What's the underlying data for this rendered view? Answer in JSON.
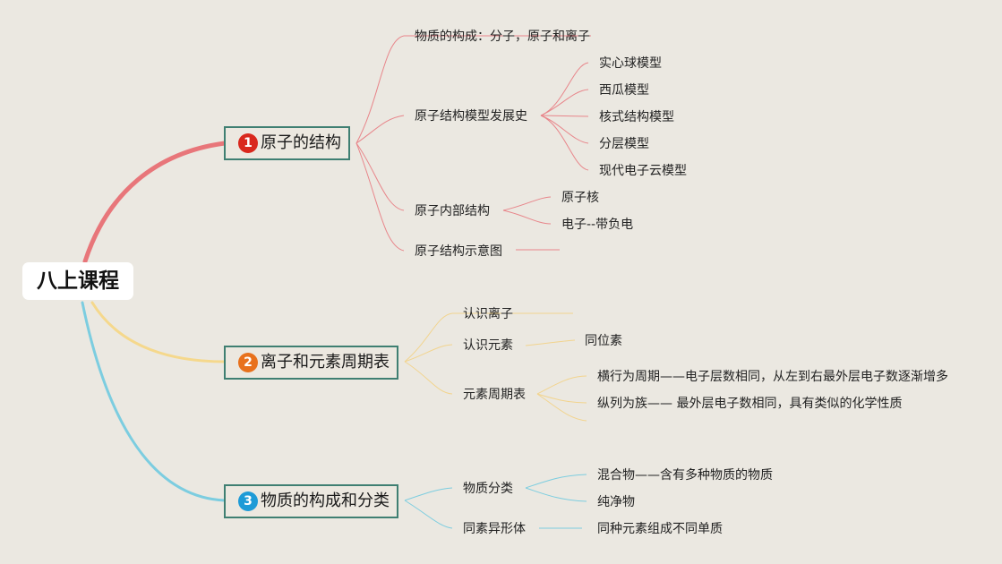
{
  "root": {
    "label": "八上课程"
  },
  "branches": [
    {
      "badge": "1",
      "label": "原子的结构",
      "color": "#e8767a",
      "badge_color": "#d9281d"
    },
    {
      "badge": "2",
      "label": "离子和元素周期表",
      "color": "#f5d88c",
      "badge_color": "#e8711c"
    },
    {
      "badge": "3",
      "label": "物质的构成和分类",
      "color": "#7ccde0",
      "badge_color": "#1e9bd7"
    }
  ],
  "b1": {
    "composition": "物质的构成：分子，原子和离子",
    "model_history": "原子结构模型发展史",
    "models": [
      "实心球模型",
      "西瓜模型",
      "核式结构模型",
      "分层模型",
      "现代电子云模型"
    ],
    "inner": "原子内部结构",
    "inner_items": [
      "原子核",
      "电子--带负电"
    ],
    "diagram": "原子结构示意图"
  },
  "b2": {
    "know_ion": "认识离子",
    "know_element": "认识元素",
    "isotope": "同位素",
    "table": "元素周期表",
    "table_items": [
      "横行为周期——电子层数相同，从左到右最外层电子数逐渐增多",
      "纵列为族—— 最外层电子数相同，具有类似的化学性质"
    ]
  },
  "b3": {
    "classify": "物质分类",
    "classify_items": [
      "混合物——含有多种物质的物质",
      "纯净物"
    ],
    "allotrope": "同素异形体",
    "allotrope_desc": "同种元素组成不同单质"
  }
}
